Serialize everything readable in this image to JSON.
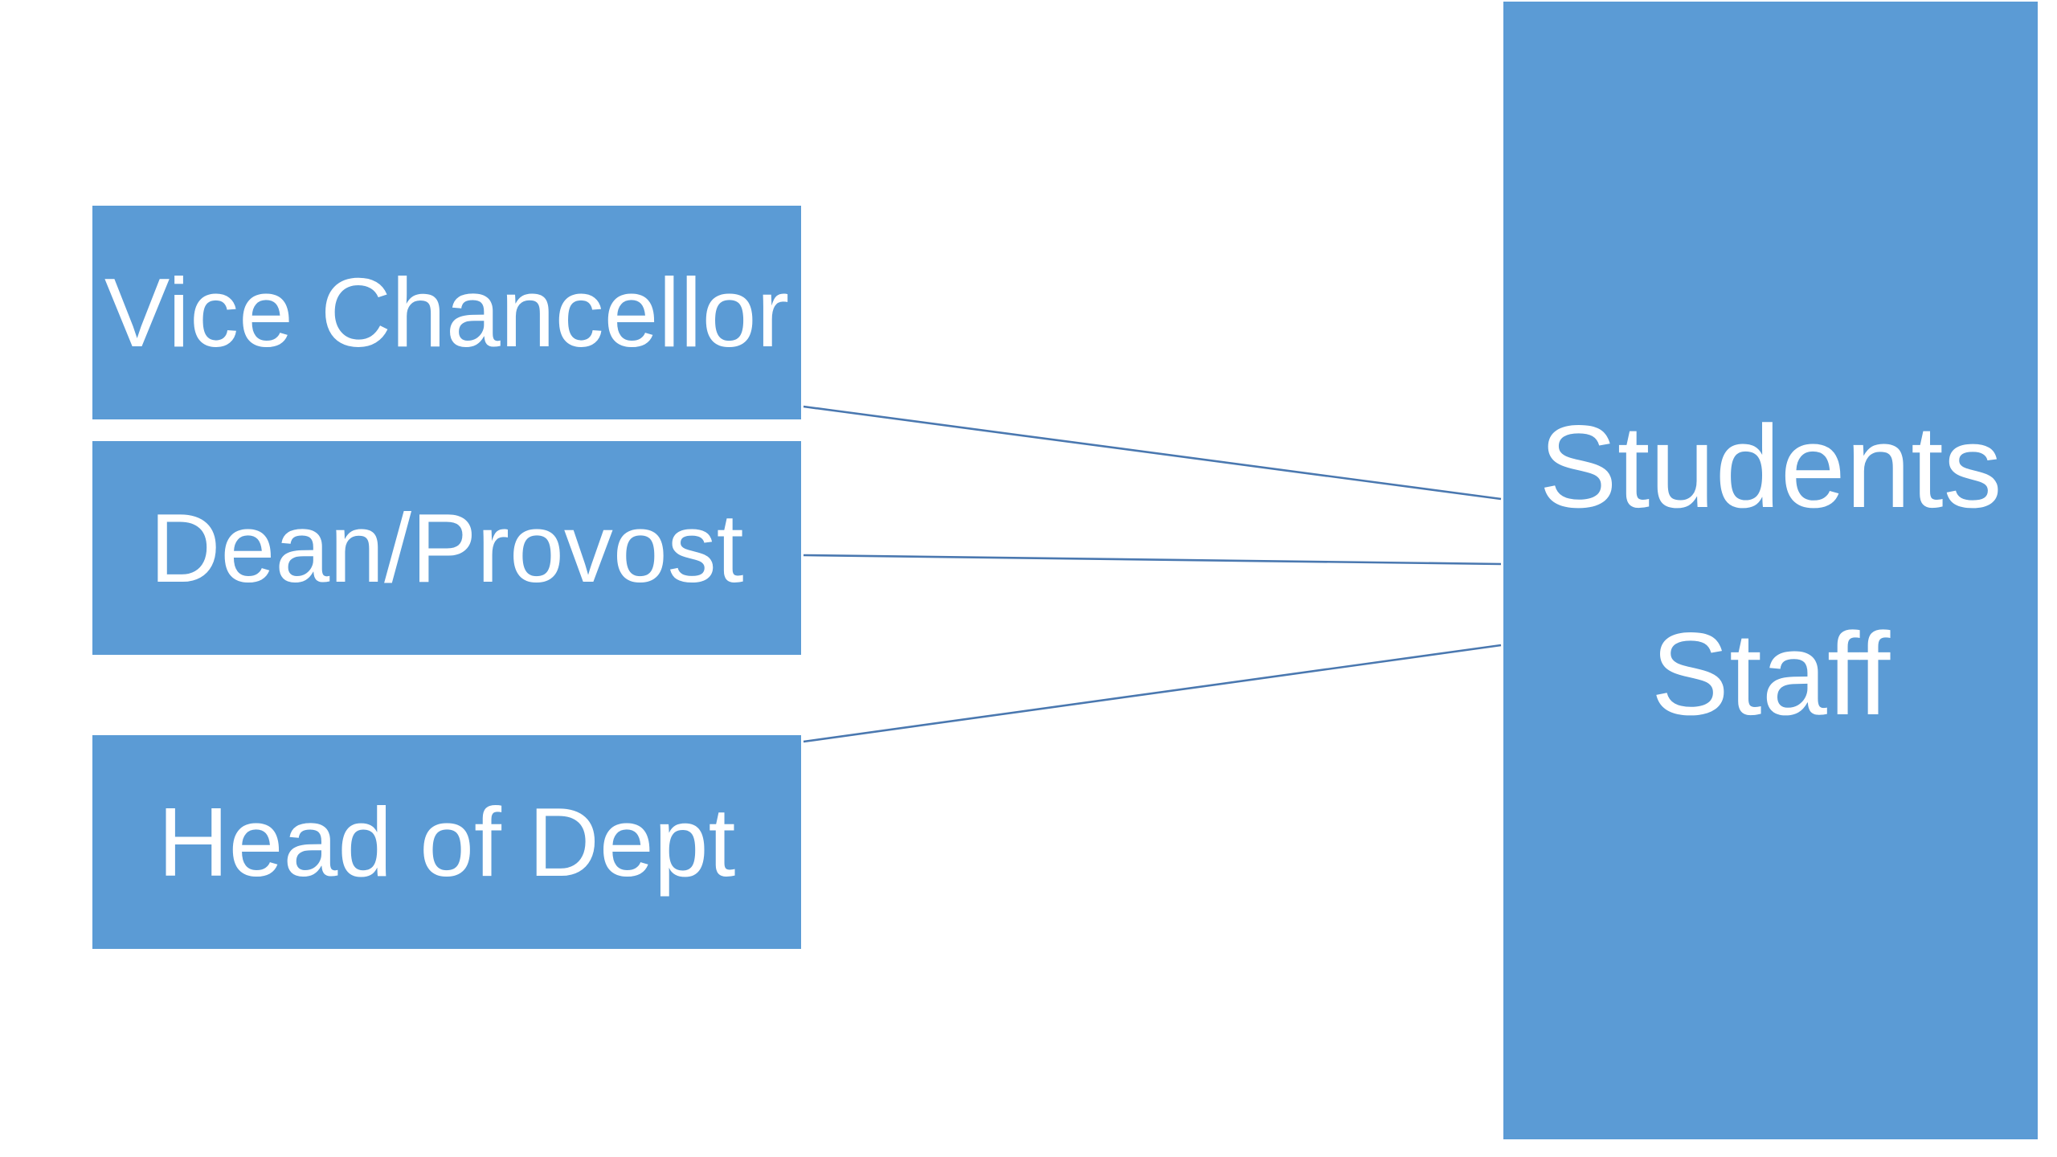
{
  "diagram": {
    "left_nodes": [
      {
        "label": "Vice Chancellor"
      },
      {
        "label": "Dean/Provost"
      },
      {
        "label": "Head of Dept"
      }
    ],
    "right_node": {
      "lines": [
        "Students",
        "Staff"
      ]
    },
    "colors": {
      "node_fill": "#5b9bd5",
      "node_text": "#ffffff",
      "connector": "#4a78b0",
      "background": "#ffffff"
    }
  }
}
